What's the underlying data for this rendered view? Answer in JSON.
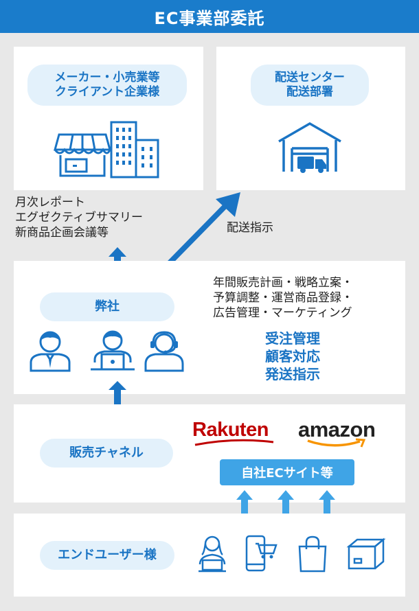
{
  "title": "EC事業部委託",
  "client": {
    "pill_line1": "メーカー・小売業等",
    "pill_line2": "クライアント企業様"
  },
  "delivery": {
    "pill_line1": "配送センター",
    "pill_line2": "配送部署"
  },
  "report_lines": [
    "月次レポート",
    "エグゼクティブサマリー",
    "新商品企画会議等"
  ],
  "delivery_instruction": "配送指示",
  "company": {
    "pill": "弊社",
    "tasks": [
      "年間販売計画・戦略立案・",
      "予算調整・運営商品登録・",
      "広告管理・マーケティング"
    ],
    "highlights": [
      "受注管理",
      "顧客対応",
      "発送指示"
    ]
  },
  "channel": {
    "pill": "販売チャネル",
    "logo_rakuten": "Rakuten",
    "logo_amazon": "amazon",
    "own_site": "自社ECサイト等"
  },
  "end_user": {
    "pill": "エンドユーザー様"
  },
  "colors": {
    "header": "#1a7ccb",
    "accent": "#1a74c4",
    "pill_bg": "#e3f1fb",
    "button": "#3fa4e6",
    "rakuten": "#bf0000"
  }
}
